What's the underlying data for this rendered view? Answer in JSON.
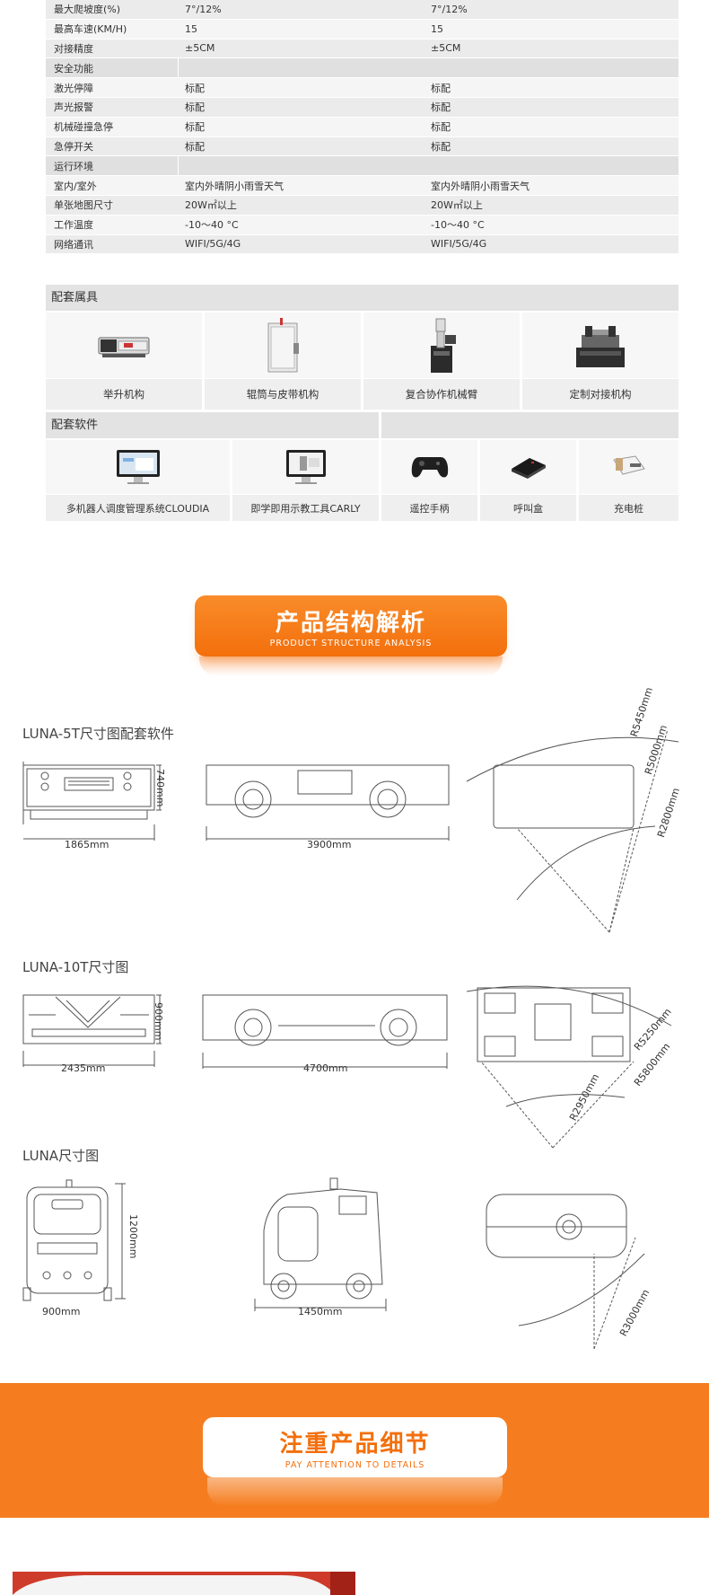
{
  "spec_rows": [
    {
      "type": "row",
      "label": "最大爬坡度(%)",
      "v1": "7°/12%",
      "v2": "7°/12%"
    },
    {
      "type": "row",
      "label": "最高车速(KM/H)",
      "v1": "15",
      "v2": "15"
    },
    {
      "type": "row",
      "label": "对接精度",
      "v1": "±5CM",
      "v2": "±5CM"
    },
    {
      "type": "section",
      "label": "安全功能"
    },
    {
      "type": "row",
      "label": "激光停障",
      "v1": "标配",
      "v2": "标配"
    },
    {
      "type": "row",
      "label": "声光报警",
      "v1": "标配",
      "v2": "标配"
    },
    {
      "type": "row",
      "label": "机械碰撞急停",
      "v1": "标配",
      "v2": "标配"
    },
    {
      "type": "row",
      "label": "急停开关",
      "v1": "标配",
      "v2": "标配"
    },
    {
      "type": "section",
      "label": "运行环境"
    },
    {
      "type": "row",
      "label": "室内/室外",
      "v1": "室内外晴阴小雨雪天气",
      "v2": "室内外晴阴小雨雪天气"
    },
    {
      "type": "row",
      "label": "单张地图尺寸",
      "v1": "20W㎡以上",
      "v2": "20W㎡以上"
    },
    {
      "type": "row",
      "label": "工作温度",
      "v1": "-10～40 °C",
      "v2": "-10～40 °C"
    },
    {
      "type": "row",
      "label": "网络通讯",
      "v1": "WIFI/5G/4G",
      "v2": "WIFI/5G/4G"
    }
  ],
  "accessories": {
    "title": "配套属具",
    "items": [
      {
        "label": "举升机构",
        "icon": "lift-mechanism-icon"
      },
      {
        "label": "辊筒与皮带机构",
        "icon": "roller-belt-icon"
      },
      {
        "label": "复合协作机械臂",
        "icon": "robot-arm-icon"
      },
      {
        "label": "定制对接机构",
        "icon": "docking-mechanism-icon"
      }
    ]
  },
  "software": {
    "title": "配套软件",
    "items": [
      {
        "label": "多机器人调度管理系统CLOUDIA",
        "icon": "monitor-icon"
      },
      {
        "label": "即学即用示教工具CARLY",
        "icon": "monitor-icon"
      },
      {
        "label": "遥控手柄",
        "icon": "gamepad-icon"
      },
      {
        "label": "呼叫盒",
        "icon": "call-box-icon"
      },
      {
        "label": "充电桩",
        "icon": "charging-pile-icon"
      }
    ]
  },
  "banner_structure": {
    "title": "产品结构解析",
    "subtitle": "PRODUCT STRUCTURE ANALYSIS"
  },
  "drawings": {
    "luna5t": {
      "title": "LUNA-5T尺寸图配套软件",
      "width": "1865mm",
      "height": "740mm",
      "length": "3900mm",
      "radii": [
        "R5450mm",
        "R5000mm",
        "R2800mm"
      ]
    },
    "luna10t": {
      "title": "LUNA-10T尺寸图",
      "width": "2435mm",
      "height": "900mm",
      "length": "4700mm",
      "radii": [
        "R5250mm",
        "R5800mm",
        "R2950mm"
      ]
    },
    "luna": {
      "title": "LUNA尺寸图",
      "width": "900mm",
      "height": "1200mm",
      "length": "1450mm",
      "radii": [
        "R3000mm"
      ]
    }
  },
  "banner_details": {
    "title": "注重产品细节",
    "subtitle": "PAY ATTENTION TO DETAILS"
  },
  "colors": {
    "accent": "#f57d1f"
  }
}
